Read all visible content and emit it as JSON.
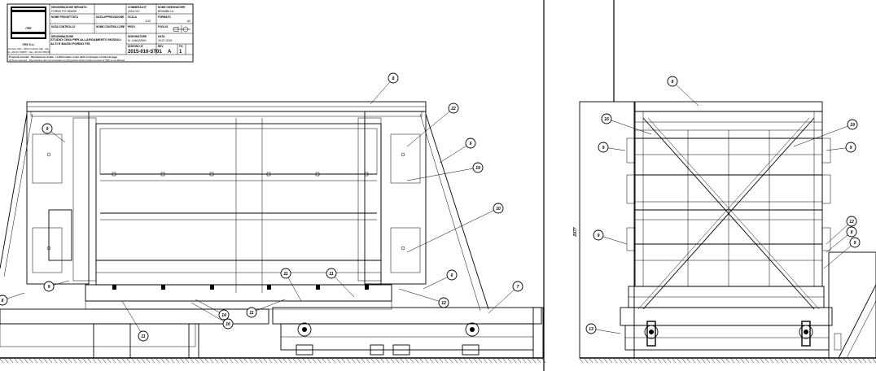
{
  "title_block": {
    "logo_text": "ITEK",
    "company_name": "ITEK S.r.l.",
    "company_address_1": "Via Gela, 18/A - 16010 Ceranesi (GE) - Italy",
    "company_address_2": "Tel. +39 010.7406077 - Fax +39 010.7406015",
    "cells": [
      {
        "label": "DENOMINAZIONE IMPIANTO",
        "value": "FORNO FIS 350MW"
      },
      {
        "label": "COMMESSA N°",
        "value": "2015-010"
      },
      {
        "label": "NOME DISEGNATORE",
        "value": "BRAMBILLA"
      },
      {
        "label": "NOME PROGETTISTA",
        "value": "-"
      },
      {
        "label": "DATA APPROVAZIONE",
        "value": "-"
      },
      {
        "label": "SCALA",
        "value": "1/10"
      },
      {
        "label": "FORMATO",
        "value": "A0"
      },
      {
        "label": "DATA CONTROLLO",
        "value": "-"
      },
      {
        "label": "NOME CONTROLLORE",
        "value": "-"
      },
      {
        "label": "PESO",
        "value": "-"
      },
      {
        "label": "FOGLIO",
        "value": "1/1"
      },
      {
        "label": "DENOMINAZIONE",
        "value": "STUDIO CINA PER ALLARGAMENTO MODULI ALTI E BASSI FORNO FIS"
      },
      {
        "label": "DISEGNATORE",
        "value": "M. LANZARINI"
      },
      {
        "label": "DATA",
        "value": "26-07-2015"
      },
      {
        "label": "DISEGNO N°",
        "value": "2015-010-ST01"
      },
      {
        "label": "REV.",
        "value": "A"
      },
      {
        "label": "FG.",
        "value": "1"
      }
    ],
    "note_1": "Proprietà riservata - Riproduzione vietata - La Ditta tutela i propri diritti sui disegni a termini di legge",
    "note_2": "All items reserved - Reproduction and communication to third parties without written consent of ITEK is not allowed"
  },
  "dimension_label": "2077",
  "balloons": {
    "left": [
      "8",
      "9",
      "22",
      "6",
      "19",
      "10",
      "6",
      "9",
      "11",
      "11",
      "7",
      "12",
      "14",
      "11",
      "16",
      "11",
      "8"
    ],
    "right": [
      "8",
      "16",
      "19",
      "9",
      "9",
      "9",
      "12",
      "8",
      "9",
      "13"
    ]
  }
}
